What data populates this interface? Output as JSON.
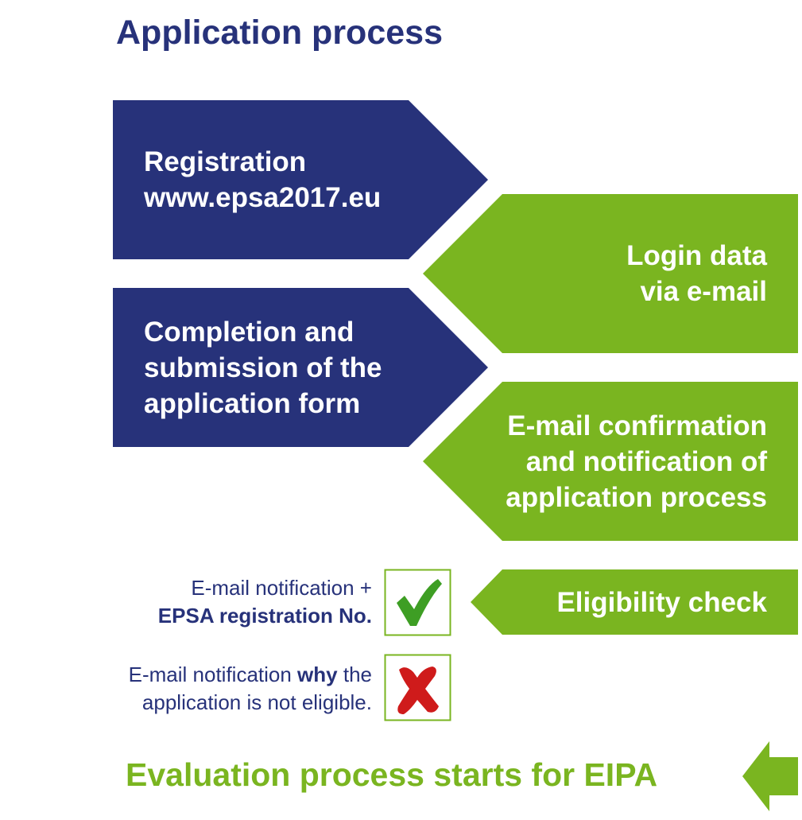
{
  "colors": {
    "navy": "#27327A",
    "green": "#7AB520",
    "check_green": "#3E9E24",
    "cross_red": "#CF1B1B",
    "box_border": "#7AB520",
    "note_text": "#27327A"
  },
  "title": "Application process",
  "steps": {
    "registration": {
      "line1": "Registration",
      "line2": "www.epsa2017.eu"
    },
    "login": {
      "line1": "Login data",
      "line2": "via e-mail"
    },
    "completion": {
      "line1": "Completion and",
      "line2": "submission of the",
      "line3": "application form"
    },
    "confirmation": {
      "line1": "E-mail confirmation",
      "line2": "and notification of",
      "line3": "application process"
    },
    "eligibility": {
      "label": "Eligibility check"
    }
  },
  "outcomes": {
    "eligible": {
      "icon": "check-icon",
      "line1": "E-mail notification +",
      "line2": "EPSA registration No."
    },
    "not_eligible": {
      "icon": "cross-icon",
      "line1_pre": "E-mail notification ",
      "line1_bold": "why",
      "line1_post": " the",
      "line2": "application is not eligible."
    }
  },
  "footer": {
    "text": "Evaluation process starts for EIPA",
    "icon": "arrow-left-icon"
  }
}
